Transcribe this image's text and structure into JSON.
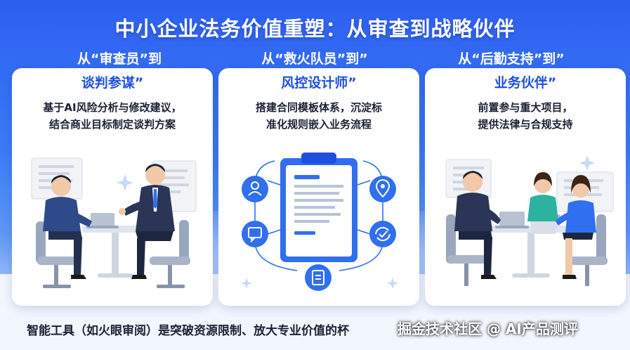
{
  "title": "中小企业法务价值重塑：从审查到战略伙伴",
  "panels": [
    {
      "heading_line1": "从“审查员”到",
      "heading_line2": "谈判参谋”",
      "body_line1": "基于AI风险分析与修改建议，",
      "body_line2": "结合商业目标制定谈判方案"
    },
    {
      "heading_line1": "从“救火队员”到”",
      "heading_line2": "风控设计师”",
      "body_line1": "搭建合同模板体系，沉淀标",
      "body_line2": "准化规则嵌入业务流程"
    },
    {
      "heading_line1": "从“后勤支持”到”",
      "heading_line2": "业务伙伴”",
      "body_line1": "前置参与重大项目，",
      "body_line2": "提供法律与合规支持"
    }
  ],
  "footer": "智能工具（如火眼审阅）是突破资源限制、放大专业价值的杯",
  "watermark": "掘金技术社区 @ AI产品测评",
  "colors": {
    "primary_blue": "#2d5ff0",
    "title_blue": "#1f4fe0",
    "icon_blue": "#2f6ff0",
    "suit_navy": "#2a3558",
    "teal_shirt": "#2bb3a0"
  },
  "icons": [
    "person-icon",
    "location-pin-icon",
    "chat-icon",
    "check-loop-icon",
    "document-icon",
    "clipboard-icon"
  ]
}
